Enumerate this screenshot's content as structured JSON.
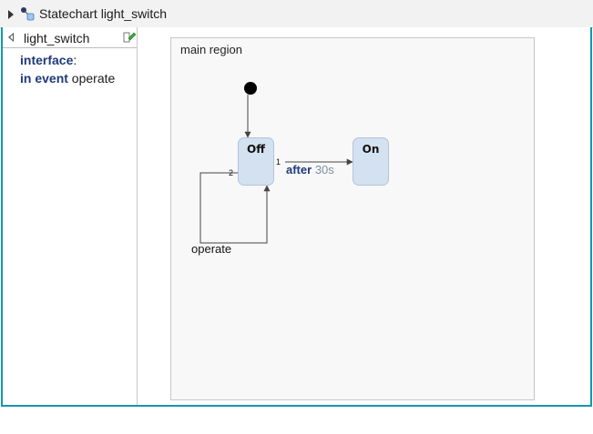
{
  "tab": {
    "title": "Statechart light_switch",
    "icon": "statechart-icon"
  },
  "side": {
    "title": "light_switch",
    "lines": [
      {
        "keyword": "interface",
        "rest": ":"
      },
      {
        "keyword": "in event",
        "rest": " operate"
      }
    ]
  },
  "diagram": {
    "region_name": "main region",
    "states": [
      {
        "name": "Off"
      },
      {
        "name": "On"
      }
    ],
    "transitions": [
      {
        "priority": "1",
        "keyword": "after",
        "value": "30s",
        "from": "Off",
        "to": "On"
      },
      {
        "priority": "2",
        "trigger": "operate",
        "from": "Off",
        "to": "Off"
      }
    ]
  },
  "colors": {
    "accent": "#1796aa",
    "state_fill": "#d4e1f1",
    "keyword": "#1f3a7a"
  }
}
